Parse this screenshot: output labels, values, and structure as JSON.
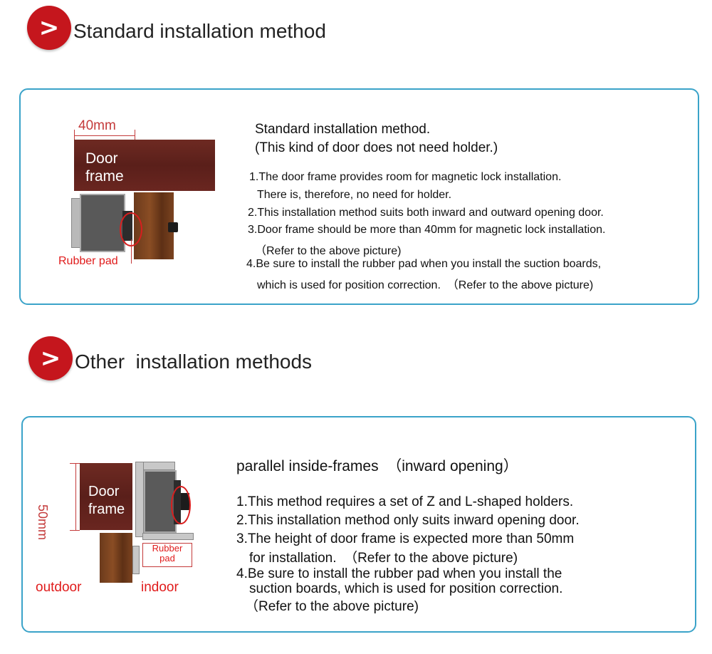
{
  "section1": {
    "badge_glyph": ">",
    "title": "Standard installation method",
    "diagram": {
      "dimension": "40mm",
      "frame_label": "Door\nframe",
      "rubber_pad": "Rubber pad"
    },
    "heading": "Standard installation method.",
    "subheading": "(This kind of door does not need holder.)",
    "lines": [
      "1.The door frame provides room for magnetic lock installation.",
      "There is, therefore, no need for holder.",
      "2.This installation method suits both inward and outward opening door.",
      "3.Door frame should be more than 40mm for magnetic lock installation.",
      "（Refer to the above picture)",
      "4.Be sure to install the rubber pad when you install the suction boards,",
      "which is used for position correction.  （Refer to the above picture)"
    ]
  },
  "section2": {
    "badge_glyph": ">",
    "title": "Other  installation methods",
    "diagram": {
      "dimension": "50mm",
      "frame_label": "Door\nframe",
      "rubber_pad": "Rubber\npad",
      "outdoor": "outdoor",
      "indoor": "indoor"
    },
    "heading": "parallel inside-frames  （inward opening）",
    "lines": [
      "1.This method requires a set of Z and L-shaped holders.",
      "2.This installation method only suits inward opening door.",
      "3.The height of door frame is expected more than 50mm",
      "for installation.  （Refer to the above picture)",
      "4.Be sure to install the rubber pad when you install the",
      "suction boards, which is used for position correction.",
      "（Refer to the above picture)"
    ]
  },
  "colors": {
    "accent_red": "#c5161d",
    "panel_border": "#3aa3c9",
    "label_red": "#e01b1b"
  }
}
